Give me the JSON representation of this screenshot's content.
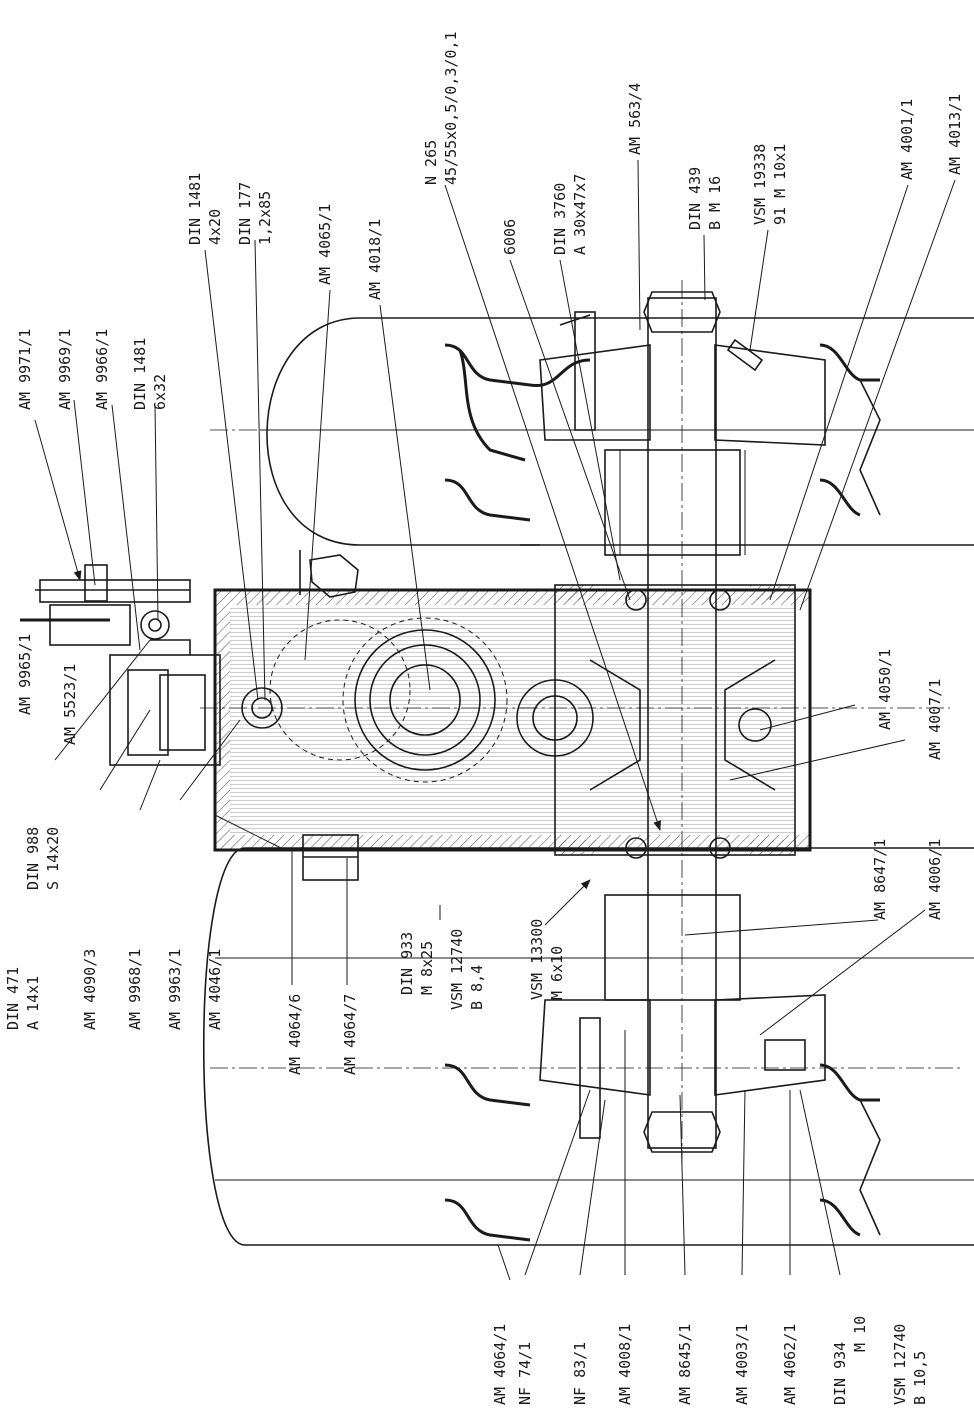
{
  "labels": {
    "top": [
      "AM 9971/1",
      "AM 9969/1",
      "AM 9966/1",
      "DIN 1481",
      "6x32",
      "DIN 1481",
      "4x20",
      "DIN 177",
      "1,2x85",
      "AM 4065/1",
      "AM 4018/1",
      "N 265",
      "45/55x0,5/0,3/0,1",
      "6006",
      "DIN 3760",
      "A 30x47x7",
      "AM 563/4",
      "DIN 439",
      "B M 16",
      "VSM 19338",
      "91 M 10x1",
      "AM 4001/1",
      "AM 4013/1"
    ],
    "left": [
      "AM 9965/1",
      "AM 5523/1",
      "DIN 988",
      "S 14x20",
      "DIN 471",
      "A 14x1",
      "AM 4090/3",
      "AM 9968/1",
      "AM 9963/1",
      "AM 4046/1"
    ],
    "middle": [
      "DIN 933",
      "M 8x25",
      "VSM 12740",
      "B 8,4",
      "VSM 13300",
      "M 6x10",
      "AM 4050/1",
      "AM 4007/1",
      "AM 8647/1",
      "AM 4006/1"
    ],
    "bottom": [
      "AM 4064/6",
      "AM 4064/7",
      "AM 4064/1",
      "NF 74/1",
      "NF 83/1",
      "AM 4008/1",
      "AM 8645/1",
      "AM 4003/1",
      "AM 4062/1",
      "DIN 934",
      "M 10",
      "VSM 12740",
      "B 10,5"
    ]
  }
}
